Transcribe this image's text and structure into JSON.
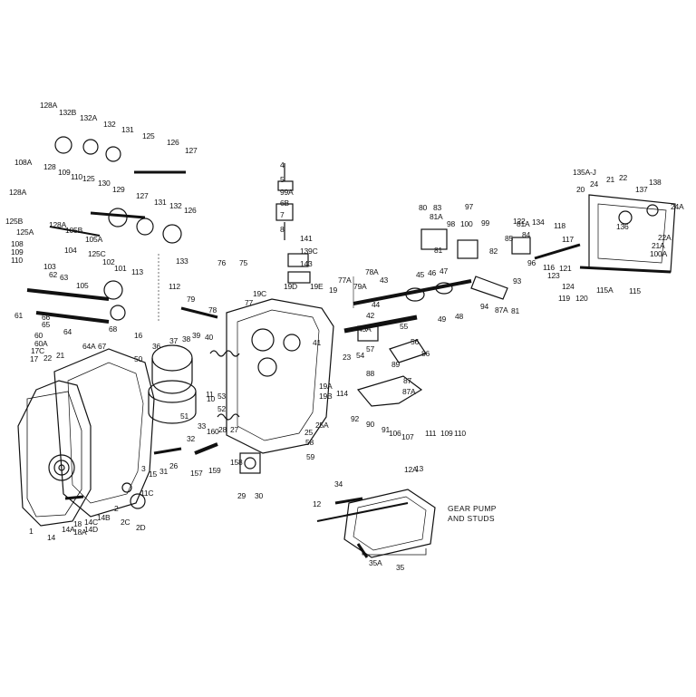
{
  "caption": {
    "line1": "GEAR PUMP",
    "line2": "AND STUDS"
  },
  "labels": [
    "128A",
    "132B",
    "132A",
    "132",
    "131",
    "125",
    "126",
    "127",
    "108A",
    "128",
    "109",
    "110",
    "125",
    "130",
    "129",
    "127",
    "131",
    "132",
    "126",
    "128A",
    "125B",
    "128A",
    "105B",
    "125A",
    "108",
    "109",
    "110",
    "104",
    "105A",
    "125C",
    "102",
    "101",
    "113",
    "103",
    "62",
    "63",
    "105",
    "61",
    "66",
    "65",
    "60",
    "60A",
    "64",
    "64A",
    "68",
    "67",
    "133",
    "112",
    "76",
    "75",
    "79",
    "78",
    "19C",
    "77",
    "19D",
    "19E",
    "16",
    "36",
    "37",
    "38",
    "39",
    "40",
    "50",
    "17C",
    "22",
    "21",
    "17",
    "4",
    "5",
    "99A",
    "6B",
    "7",
    "8",
    "141",
    "139C",
    "143",
    "77A",
    "78A",
    "43",
    "19",
    "79A",
    "44",
    "45",
    "46",
    "47",
    "42",
    "45A",
    "55",
    "49",
    "48",
    "41",
    "54",
    "57",
    "23",
    "56",
    "86",
    "88",
    "89",
    "87",
    "87A",
    "19A",
    "19B",
    "114",
    "92",
    "90",
    "91",
    "106",
    "107",
    "111",
    "109",
    "110",
    "80",
    "83",
    "97",
    "81A",
    "98",
    "100",
    "99",
    "81",
    "81A",
    "84",
    "85",
    "82",
    "96",
    "93",
    "94",
    "87A",
    "81",
    "122",
    "134",
    "118",
    "117",
    "116",
    "121",
    "123",
    "124",
    "119",
    "120",
    "115A",
    "115",
    "135A-J",
    "21",
    "22",
    "20",
    "24",
    "137",
    "138",
    "24A",
    "136",
    "22A",
    "21A",
    "100A",
    "11",
    "10",
    "53",
    "52",
    "51",
    "33",
    "32",
    "160",
    "28",
    "27",
    "26",
    "31",
    "25",
    "25A",
    "58",
    "59",
    "157",
    "159",
    "158",
    "29",
    "30",
    "15",
    "3",
    "11C",
    "2",
    "2C",
    "2D",
    "1",
    "14",
    "14A",
    "14B",
    "14C",
    "14D",
    "18",
    "18A",
    "12A",
    "13",
    "34",
    "12",
    "35A",
    "35"
  ]
}
